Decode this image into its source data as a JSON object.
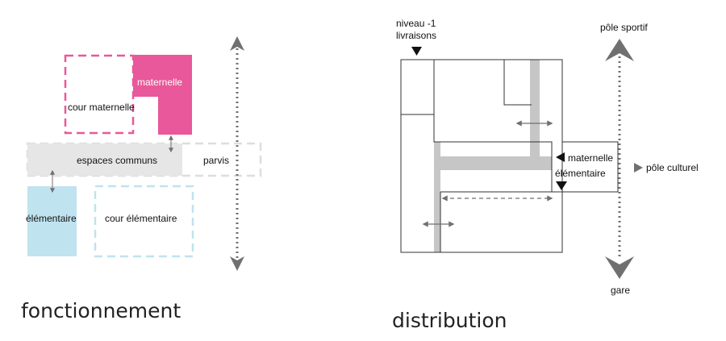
{
  "colors": {
    "maternelle": "#e8589a",
    "maternelle_dash": "#e8589a",
    "elementaire": "#bfe3ef",
    "elementaire_dash": "#bfe3ef",
    "commun": "#e6e6e6",
    "parvis_dash": "#dedede",
    "circulation": "#c6c6c6",
    "outline": "#333333",
    "arrow": "#707070",
    "marker": "#111111"
  },
  "fonctionnement": {
    "title": "fonctionnement",
    "labels": {
      "maternelle": "maternelle",
      "cour_maternelle": "cour maternelle",
      "espaces_communs": "espaces communs",
      "parvis": "parvis",
      "elementaire": "élémentaire",
      "cour_elementaire": "cour élémentaire"
    }
  },
  "distribution": {
    "title": "distribution",
    "labels": {
      "niveau_line1": "niveau -1",
      "niveau_line2": "livraisons",
      "pole_sportif": "pôle sportif",
      "maternelle": "maternelle",
      "elementaire": "élémentaire",
      "pole_culturel": "pôle culturel",
      "gare": "gare"
    }
  }
}
